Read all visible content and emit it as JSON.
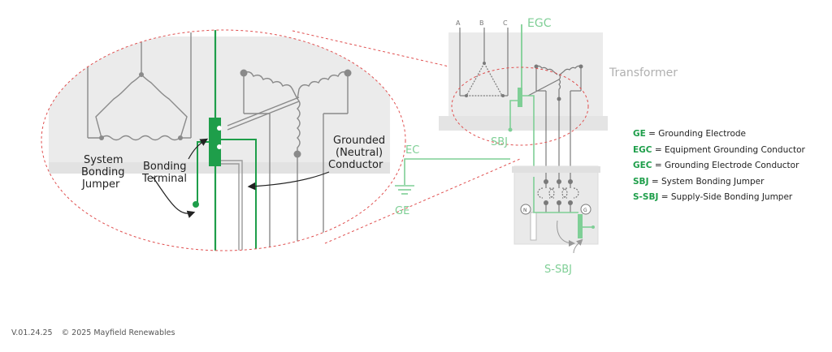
{
  "labels": {
    "phase_a": "A",
    "phase_b": "B",
    "phase_c": "C",
    "egc": "EGC",
    "transformer": "Transformer",
    "sbj": "SBJ",
    "ec": "EC",
    "ge": "GE",
    "s_sbj": "S-SBJ",
    "neutral_marker": "N",
    "ground_marker": "G",
    "system_bonding_jumper_1": "System",
    "system_bonding_jumper_2": "Bonding",
    "system_bonding_jumper_3": "Jumper",
    "bonding_terminal_1": "Bonding",
    "bonding_terminal_2": "Terminal",
    "grounded_conductor_1": "Grounded",
    "grounded_conductor_2": "(Neutral)",
    "grounded_conductor_3": "Conductor"
  },
  "legend": [
    {
      "abbr": "GE",
      "text": " = Grounding Electrode"
    },
    {
      "abbr": "EGC",
      "text": " = Equipment Grounding Conductor"
    },
    {
      "abbr": "GEC",
      "text": " = Grounding Electrode Conductor"
    },
    {
      "abbr": "SBJ",
      "text": " = System Bonding Jumper"
    },
    {
      "abbr": "S-SBJ",
      "text": " = Supply-Side Bonding Jumper"
    }
  ],
  "footer": {
    "version": "V.01.24.25",
    "copyright": "© 2025 Mayfield Renewables"
  },
  "colors": {
    "green_dark": "#1e9e4a",
    "green_light": "#7fcf96",
    "wire_gray": "#7a7a7a",
    "panel_gray": "#e9e9e9",
    "dashed_red": "#e05050"
  }
}
